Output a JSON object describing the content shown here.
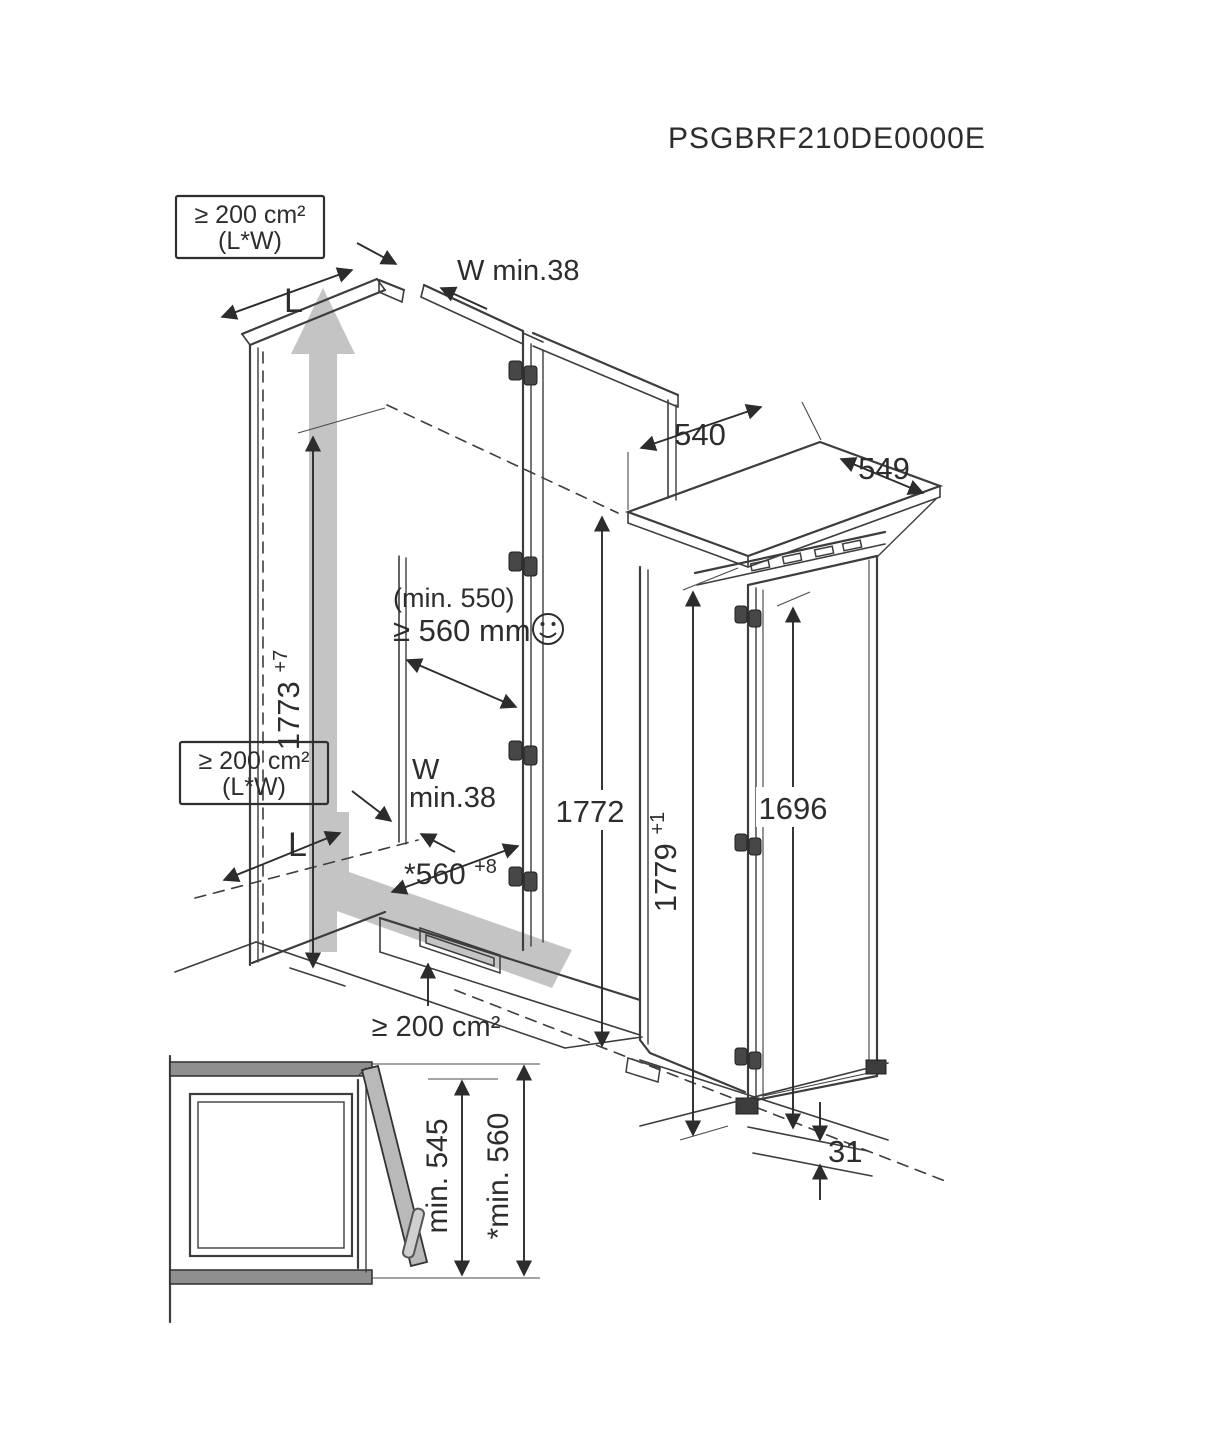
{
  "title": "PSGBRF210DE0000E",
  "colors": {
    "line": "#3d3d3d",
    "airflow_gray": "#c4c4c4",
    "wall_gray": "#8f8f8f",
    "door_gray": "#b9b9b9"
  },
  "niche": {
    "vent_area_box_top": {
      "line1": "≥ 200 cm²",
      "line2": "(L*W)"
    },
    "vent_area_box_bottom": {
      "line1": "≥ 200 cm²",
      "line2": "(L*W)"
    },
    "length_label_top": "L",
    "length_label_bottom": "L",
    "wall_thickness_top": "W min.38",
    "wall_thickness_bottom_line1": "W",
    "wall_thickness_bottom_line2": "min.38",
    "depth_min_note": "(min. 550)",
    "depth_recommended": "≥ 560 mm",
    "height_value": "1773",
    "height_tolerance": "+7",
    "inner_height": "1772",
    "width_value": "*560",
    "width_tolerance": "+8",
    "bottom_vent_area": "≥ 200 cm²"
  },
  "appliance": {
    "top_clearance_depth": "540",
    "depth": "549",
    "height_value": "1779",
    "height_tolerance": "+1",
    "door_height": "1696",
    "plinth_recess": "31"
  },
  "top_view": {
    "depth_min_inner": "min. 545",
    "depth_min_outer": "*min. 560"
  }
}
